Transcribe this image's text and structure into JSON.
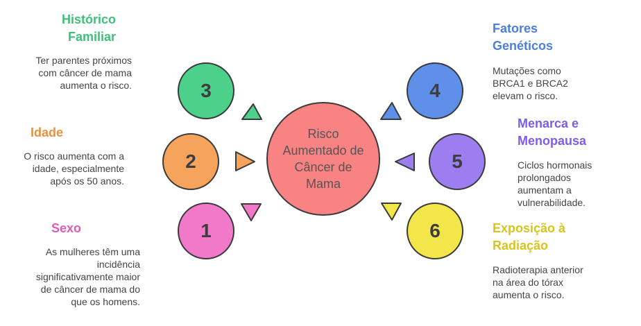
{
  "center": {
    "label": "Risco Aumentado de Câncer de Mama",
    "color": "#f98283"
  },
  "factors": [
    {
      "number": "3",
      "title": "Histórico Familiar",
      "description": "Ter parentes próximos com câncer de mama aumenta o risco.",
      "color": "#4cd08a",
      "title_color": "#3ec07a"
    },
    {
      "number": "2",
      "title": "Idade",
      "description": "O risco aumenta com a idade, especialmente após os 50 anos.",
      "color": "#f6a35c",
      "title_color": "#e8913e"
    },
    {
      "number": "1",
      "title": "Sexo",
      "description": "As mulheres têm uma incidência significativamente maior de câncer de mama do que os homens.",
      "color": "#f279c9",
      "title_color": "#e35ab5"
    },
    {
      "number": "4",
      "title": "Fatores Genéticos",
      "description": "Mutações como BRCA1 e BRCA2 elevam o risco.",
      "color": "#5e90ea",
      "title_color": "#4a7fe0"
    },
    {
      "number": "5",
      "title": "Menarca e Menopausa",
      "description": "Ciclos hormonais prolongados aumentam a vulnerabilidade.",
      "color": "#9d7ef0",
      "title_color": "#7d5ce8"
    },
    {
      "number": "6",
      "title": "Exposição à Radiação",
      "description": "Radioterapia anterior na área do tórax aumenta o risco.",
      "color": "#f3e64a",
      "title_color": "#d9c41a"
    }
  ]
}
